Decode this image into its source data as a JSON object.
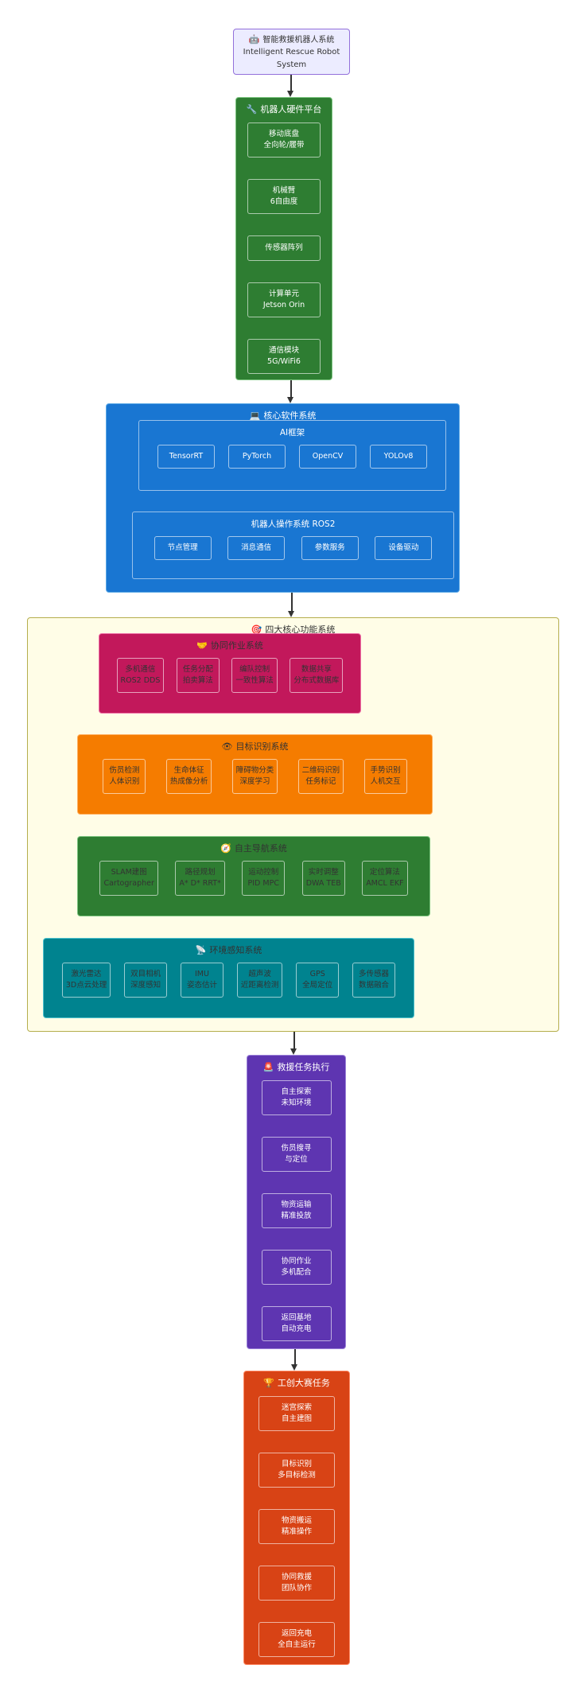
{
  "diagram": {
    "root": {
      "icon": "🤖",
      "title": "智能救援机器人系统",
      "subtitle_line1": "Intelligent Rescue Robot",
      "subtitle_line2": "System"
    },
    "hardware": {
      "icon": "🔧",
      "title": "机器人硬件平台",
      "items": [
        {
          "line1": "移动底盘",
          "line2": "全向轮/履带"
        },
        {
          "line1": "机械臂",
          "line2": "6自由度"
        },
        {
          "line1": "传感器阵列",
          "line2": ""
        },
        {
          "line1": "计算单元",
          "line2": "Jetson Orin"
        },
        {
          "line1": "通信模块",
          "line2": "5G/WiFi6"
        }
      ]
    },
    "software": {
      "icon": "💻",
      "title": "核心软件系统",
      "groups": [
        {
          "title": "AI框架",
          "items": [
            "TensorRT",
            "PyTorch",
            "OpenCV",
            "YOLOv8"
          ]
        },
        {
          "title": "机器人操作系统 ROS2",
          "items": [
            "节点管理",
            "消息通信",
            "参数服务",
            "设备驱动"
          ]
        }
      ]
    },
    "core": {
      "icon": "🎯",
      "title": "四大核心功能系统",
      "subsystems": [
        {
          "icon": "🤝",
          "title": "协同作业系统",
          "items": [
            {
              "line1": "多机通信",
              "line2": "ROS2 DDS"
            },
            {
              "line1": "任务分配",
              "line2": "拍卖算法"
            },
            {
              "line1": "编队控制",
              "line2": "一致性算法"
            },
            {
              "line1": "数据共享",
              "line2": "分布式数据库"
            }
          ]
        },
        {
          "icon": "👁",
          "title": "目标识别系统",
          "items": [
            {
              "line1": "伤员检测",
              "line2": "人体识别"
            },
            {
              "line1": "生命体征",
              "line2": "热成像分析"
            },
            {
              "line1": "障碍物分类",
              "line2": "深度学习"
            },
            {
              "line1": "二维码识别",
              "line2": "任务标记"
            },
            {
              "line1": "手势识别",
              "line2": "人机交互"
            }
          ]
        },
        {
          "icon": "🧭",
          "title": "自主导航系统",
          "items": [
            {
              "line1": "SLAM建图",
              "line2": "Cartographer"
            },
            {
              "line1": "路径规划",
              "line2": "A* D* RRT*"
            },
            {
              "line1": "运动控制",
              "line2": "PID MPC"
            },
            {
              "line1": "实时调整",
              "line2": "DWA TEB"
            },
            {
              "line1": "定位算法",
              "line2": "AMCL EKF"
            }
          ]
        },
        {
          "icon": "📡",
          "title": "环境感知系统",
          "items": [
            {
              "line1": "激光雷达",
              "line2": "3D点云处理"
            },
            {
              "line1": "双目相机",
              "line2": "深度感知"
            },
            {
              "line1": "IMU",
              "line2": "姿态估计"
            },
            {
              "line1": "超声波",
              "line2": "近距离检测"
            },
            {
              "line1": "GPS",
              "line2": "全局定位"
            },
            {
              "line1": "多传感器",
              "line2": "数据融合"
            }
          ]
        }
      ]
    },
    "rescue": {
      "icon": "🚨",
      "title": "救援任务执行",
      "items": [
        {
          "line1": "自主探索",
          "line2": "未知环境"
        },
        {
          "line1": "伤员搜寻",
          "line2": "与定位"
        },
        {
          "line1": "物资运输",
          "line2": "精准投放"
        },
        {
          "line1": "协同作业",
          "line2": "多机配合"
        },
        {
          "line1": "返回基地",
          "line2": "自动充电"
        }
      ]
    },
    "competition": {
      "icon": "🏆",
      "title": "工创大赛任务",
      "items": [
        {
          "line1": "迷宫探索",
          "line2": "自主建图"
        },
        {
          "line1": "目标识别",
          "line2": "多目标检测"
        },
        {
          "line1": "物资搬运",
          "line2": "精准操作"
        },
        {
          "line1": "协同救援",
          "line2": "团队协作"
        },
        {
          "line1": "返回充电",
          "line2": "全自主运行"
        }
      ]
    },
    "colors": {
      "root_fill": "#ECECFF",
      "root_border": "#9370DB",
      "hardware": "#2E7D32",
      "software": "#1976D2",
      "core_container": "#FFFDE7",
      "core_border": "#B5AE4D",
      "collaboration": "#C2185B",
      "vision": "#F57C00",
      "navigation": "#2E7D32",
      "perception": "#00838F",
      "rescue": "#5E35B1",
      "competition": "#D84315",
      "edge": "#333333"
    }
  }
}
